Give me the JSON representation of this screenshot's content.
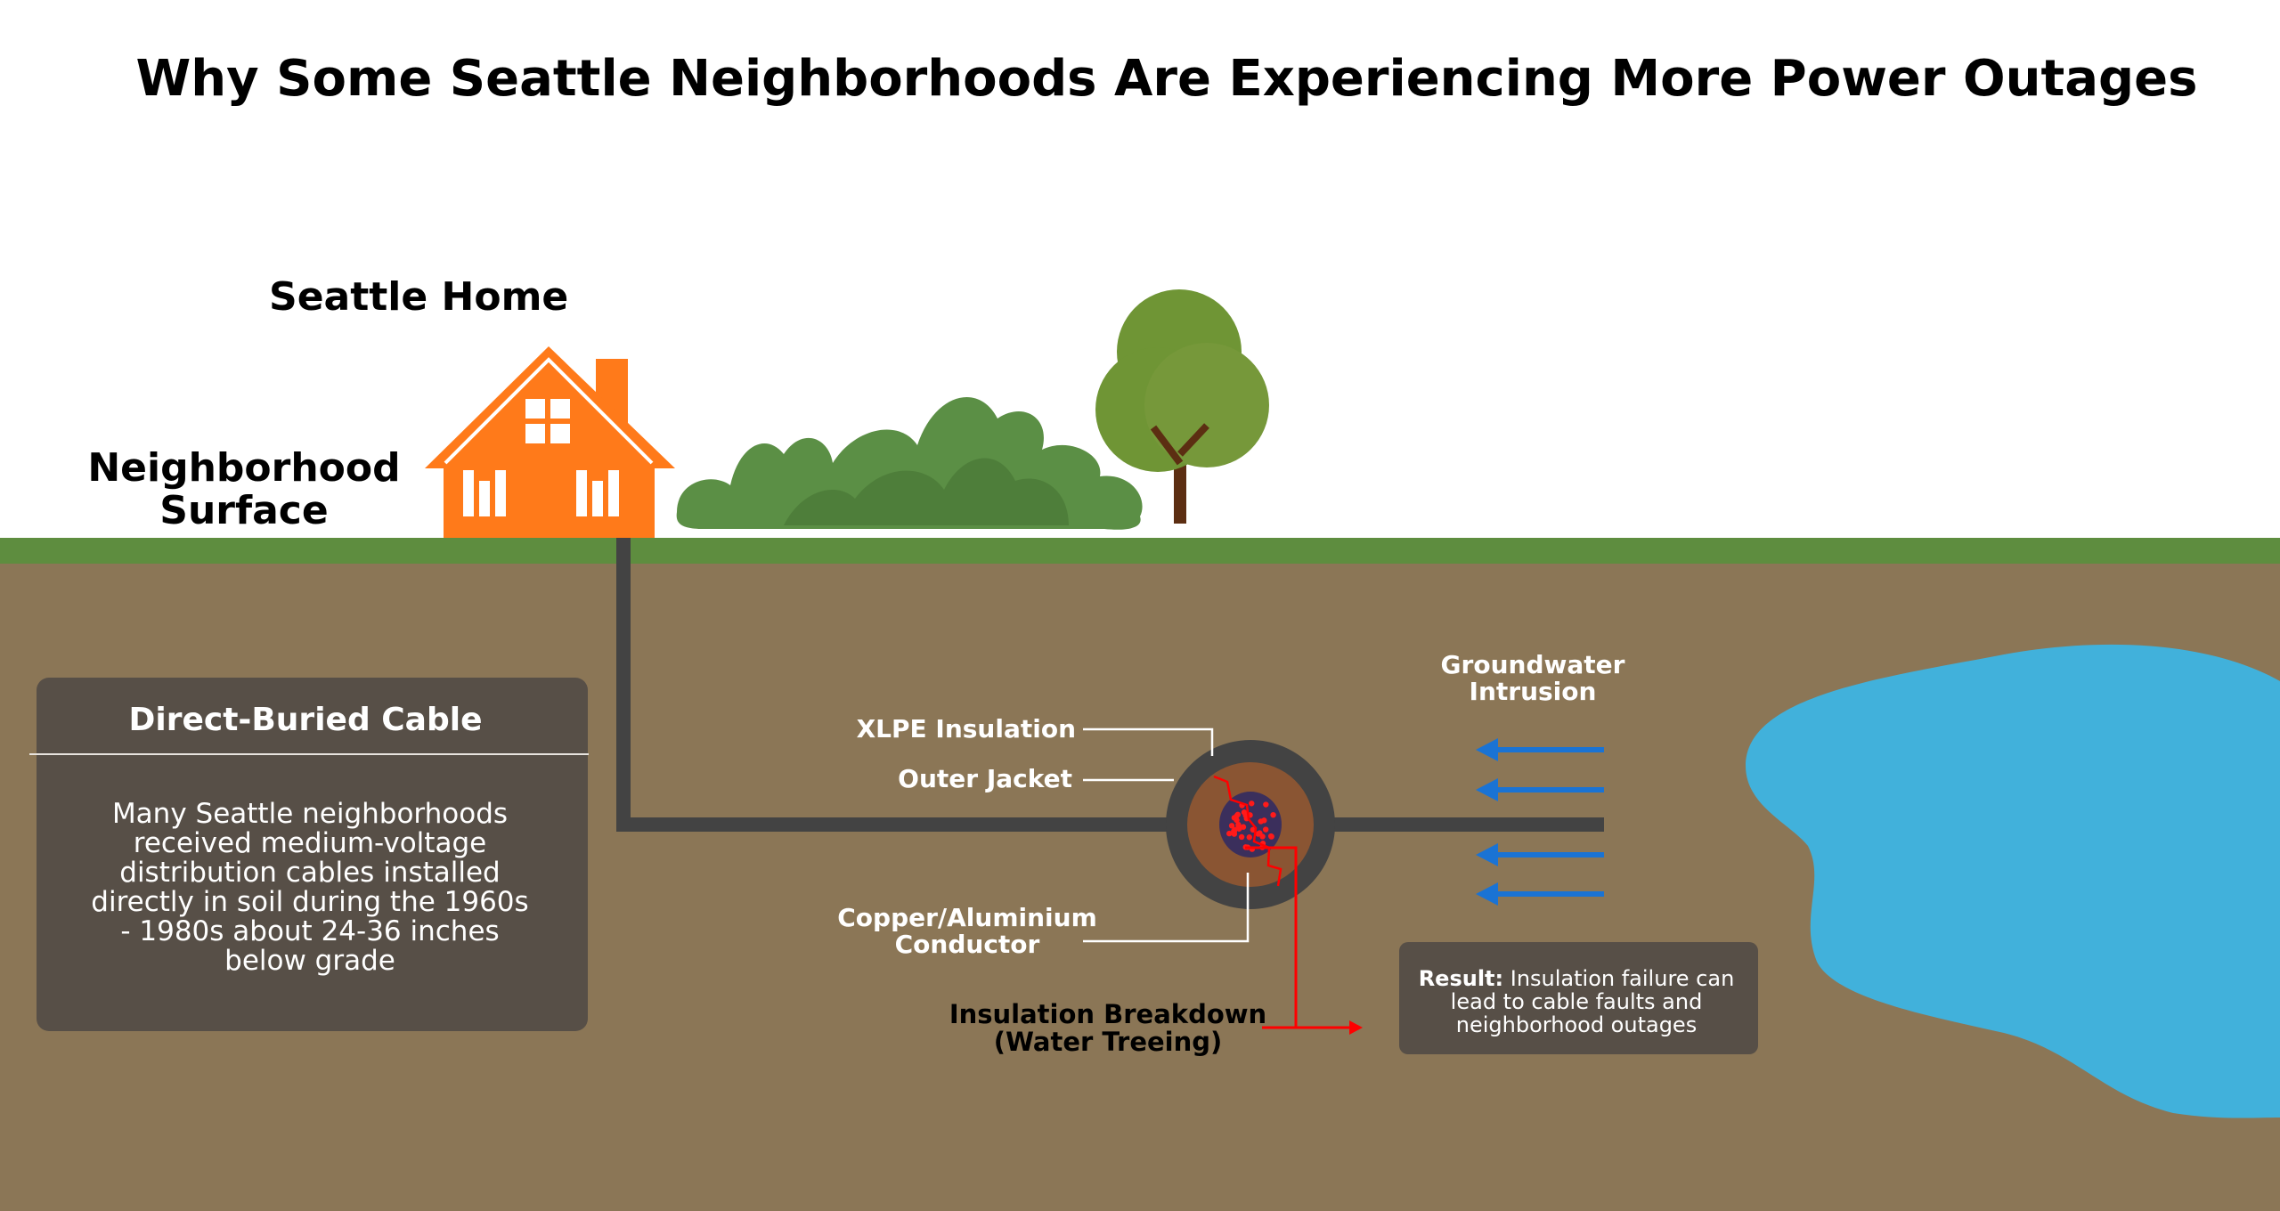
{
  "title": "Why Some Seattle Neighborhoods Are Experiencing More Power Outages",
  "labels": {
    "seattle_home": "Seattle Home",
    "neighborhood_surface": [
      "Neighborhood",
      "Surface"
    ],
    "xlpe_insulation": "XLPE Insulation",
    "outer_jacket": "Outer Jacket",
    "conductor": [
      "Copper/Aluminium",
      "Conductor"
    ],
    "groundwater": [
      "Groundwater",
      "Intrusion"
    ],
    "breakdown": [
      "Insulation Breakdown",
      "(Water Treeing)"
    ]
  },
  "info_box": {
    "heading": "Direct-Buried Cable",
    "lines": [
      "Many Seattle neighborhoods",
      "received medium-voltage",
      "distribution cables installed",
      "directly in soil during the 1960s",
      "- 1980s about 24-36 inches",
      "below grade"
    ]
  },
  "result_box": {
    "bold": "Result:",
    "lines": [
      " Insulation failure can",
      "lead to cable faults and",
      "neighborhood outages"
    ]
  },
  "colors": {
    "grass": "#5e8d3f",
    "soil": "#8b7656",
    "house": "#ff7a1a",
    "water": "#41b1db",
    "cable": "#434343",
    "insulation": "#8a5533",
    "conductor": "#3b2f5c",
    "arrow": "#1a73d4",
    "fault": "#ff0000",
    "box": "#574f47"
  }
}
